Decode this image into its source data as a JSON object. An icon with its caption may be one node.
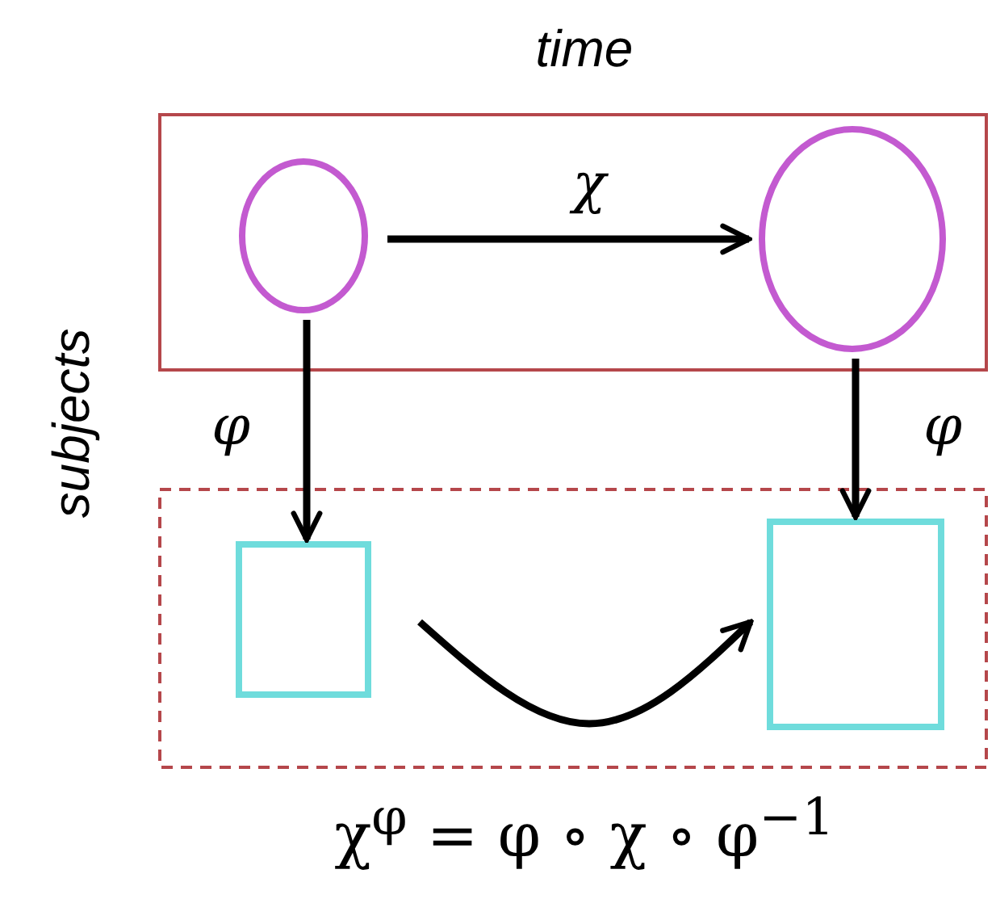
{
  "diagram": {
    "caption": "χ$^{φ}$ = φ ∘ χ ∘ φ$^{−1}$",
    "nodes": [
      {
        "text": [],
        "shape": "box"
      },
      {
        "text": [],
        "shape": "circle",
        "in": 0
      },
      {
        "text": [],
        "shape": "circle",
        "in": 0
      },
      {
        "text": [],
        "shape": "box"
      },
      {
        "text": [],
        "shape": "box",
        "in": 3
      },
      {
        "text": [],
        "shape": "box",
        "in": 3
      }
    ],
    "edges": [
      {
        "from": 1,
        "to": 2,
        "arrow": "to",
        "label": "χ"
      },
      {
        "from": 1,
        "to": 4,
        "arrow": "to",
        "label": "φ"
      },
      {
        "from": 2,
        "to": 5,
        "arrow": "to",
        "label": "φ"
      },
      {
        "from": 4,
        "to": 5,
        "arrow": "to"
      }
    ],
    "labels": [
      "time",
      "subjects"
    ]
  }
}
